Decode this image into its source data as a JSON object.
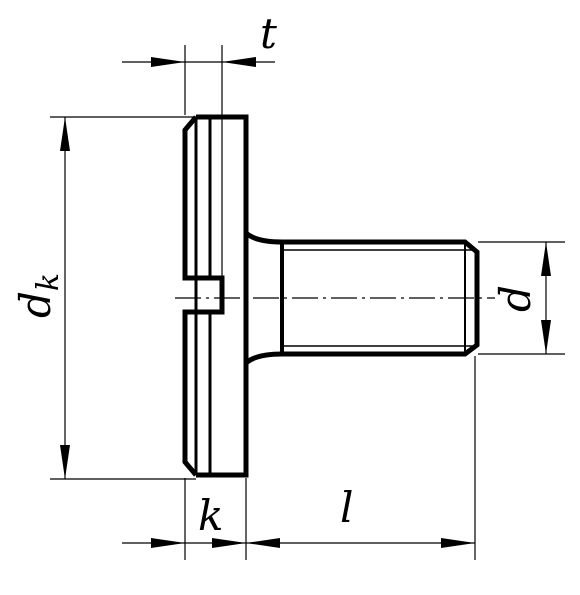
{
  "labels": {
    "t": "t",
    "dk": "d",
    "dk_sub": "k",
    "d": "d",
    "k": "k",
    "l": "l"
  },
  "colors": {
    "line": "#000000",
    "background": "#ffffff"
  }
}
